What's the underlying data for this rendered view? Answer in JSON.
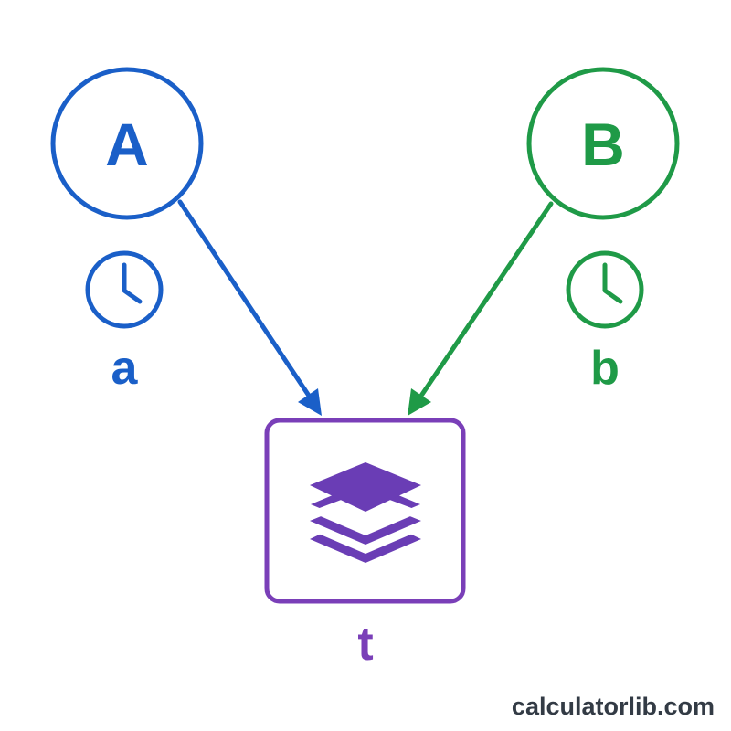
{
  "nodes": {
    "a": {
      "letter": "A",
      "time_label": "a",
      "color": "#1a5fc8"
    },
    "b": {
      "letter": "B",
      "time_label": "b",
      "color": "#1f9a47"
    },
    "t": {
      "label": "t",
      "color": "#7a3fb8",
      "icon_color": "#6a3db5",
      "icon": "layers-icon"
    }
  },
  "icons": {
    "time": "clock-icon"
  },
  "watermark": {
    "text": "calculatorlib.com",
    "color": "#333b45"
  }
}
